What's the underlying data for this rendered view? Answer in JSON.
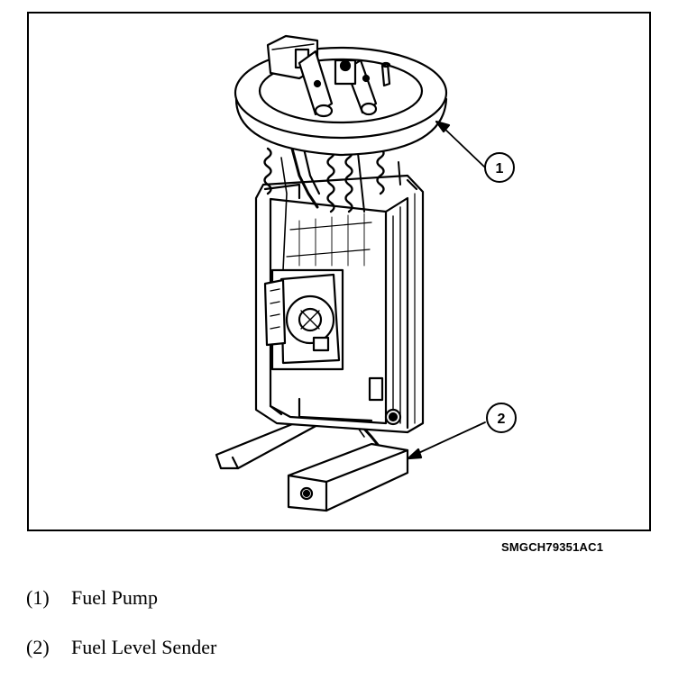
{
  "figure": {
    "code": "SMGCH79351AC1",
    "callouts": [
      {
        "number": "1",
        "target": "fuel-pump"
      },
      {
        "number": "2",
        "target": "fuel-level-sender"
      }
    ]
  },
  "legend": {
    "items": [
      {
        "number": "(1)",
        "label": "Fuel Pump"
      },
      {
        "number": "(2)",
        "label": "Fuel Level Sender"
      }
    ]
  }
}
